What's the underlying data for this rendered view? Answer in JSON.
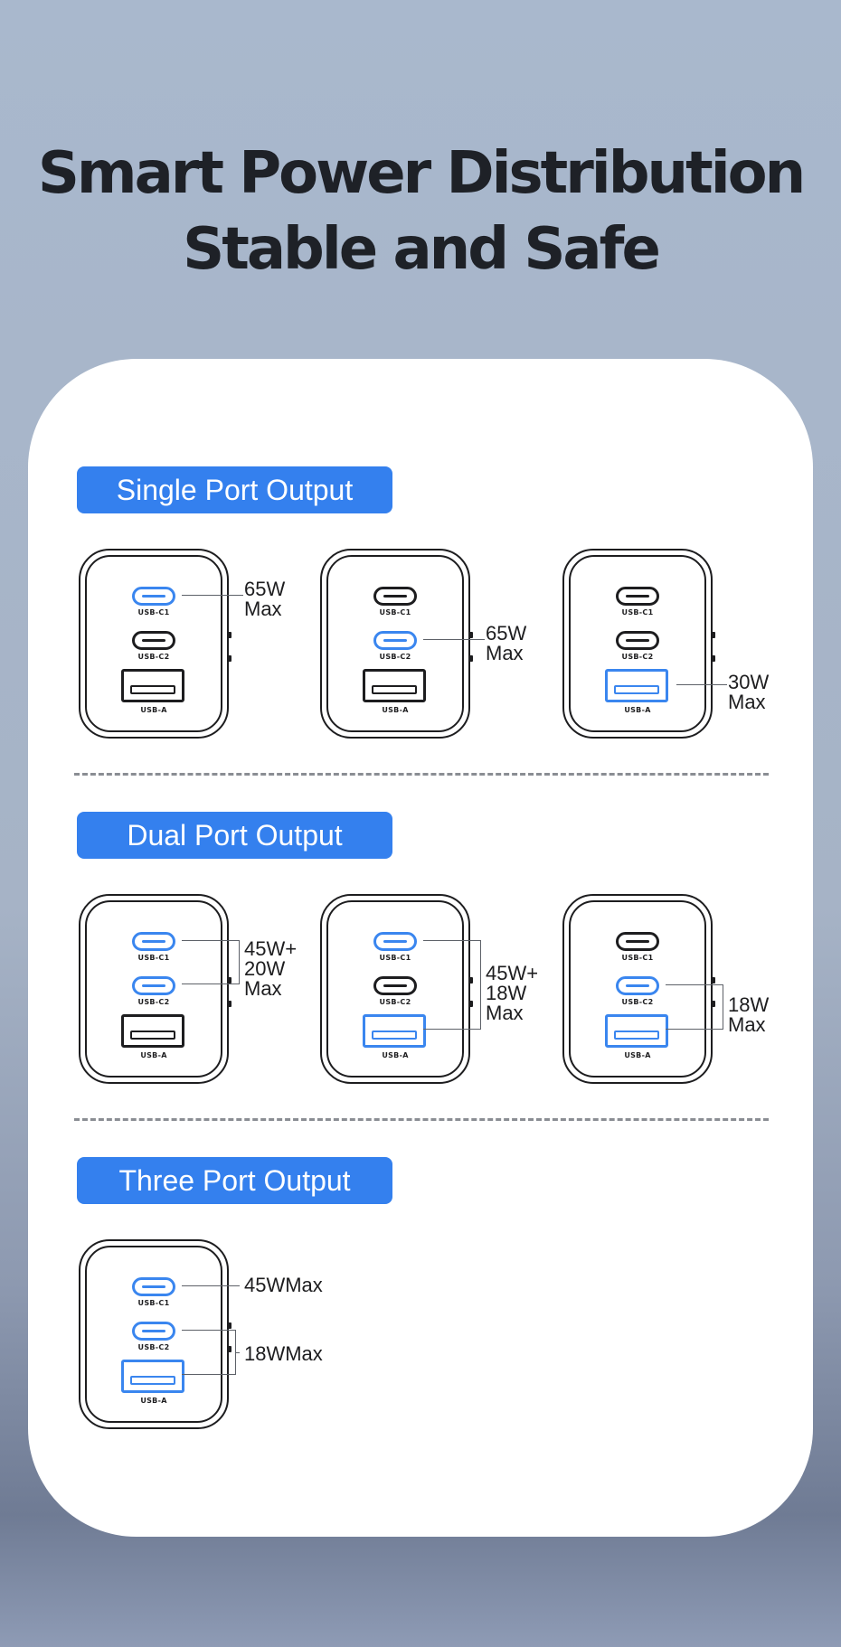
{
  "headline": {
    "line1": "Smart Power Distribution",
    "line2": "Stable and Safe"
  },
  "port_labels": {
    "c1": "USB-C1",
    "c2": "USB-C2",
    "a": "USB-A"
  },
  "colors": {
    "accent": "#3480ee",
    "port_active": "#3a86ef",
    "text_dark": "#1e2127"
  },
  "sections": {
    "single": {
      "label": "Single Port Output",
      "items": [
        {
          "active": [
            "USB-C1"
          ],
          "power": "65W\nMax"
        },
        {
          "active": [
            "USB-C2"
          ],
          "power": "65W\nMax"
        },
        {
          "active": [
            "USB-A"
          ],
          "power": "30W\nMax"
        }
      ]
    },
    "dual": {
      "label": "Dual Port Output",
      "items": [
        {
          "active": [
            "USB-C1",
            "USB-C2"
          ],
          "power": "45W+\n20W\nMax"
        },
        {
          "active": [
            "USB-C1",
            "USB-A"
          ],
          "power": "45W+\n18W\nMax"
        },
        {
          "active": [
            "USB-C2",
            "USB-A"
          ],
          "power": "18W\nMax"
        }
      ]
    },
    "three": {
      "label": "Three Port Output",
      "items": [
        {
          "active": [
            "USB-C1",
            "USB-C2",
            "USB-A"
          ],
          "power_c1": "45WMax",
          "power_c2a": "18WMax"
        }
      ]
    }
  }
}
